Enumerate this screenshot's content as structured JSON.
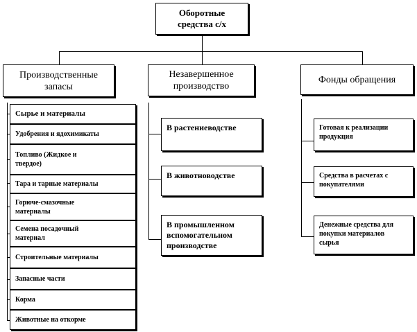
{
  "root": {
    "label": "Оборотные средства с/х"
  },
  "columns": [
    {
      "title": "Производственные запасы",
      "items": [
        "Сырье и материалы",
        "Удобрения и ядохимикаты",
        "Топливо (Жидкое и твердое)",
        "Тара и тарные материалы",
        "Горюче-смазочные материалы",
        "Семена посадочный материал",
        "Строительные материалы",
        "Запасные части",
        "Корма",
        "Животные на откорме"
      ]
    },
    {
      "title": "Незавершенное производство",
      "items": [
        "В растениеводстве",
        "В животноводстве",
        "В промышленном вспомогательном производстве"
      ]
    },
    {
      "title": "Фонды обращения",
      "items": [
        "Готовая к реализации продукция",
        "Средства в расчетах с покупателями",
        "Денежные средства для покупки материалов сырья"
      ]
    }
  ]
}
